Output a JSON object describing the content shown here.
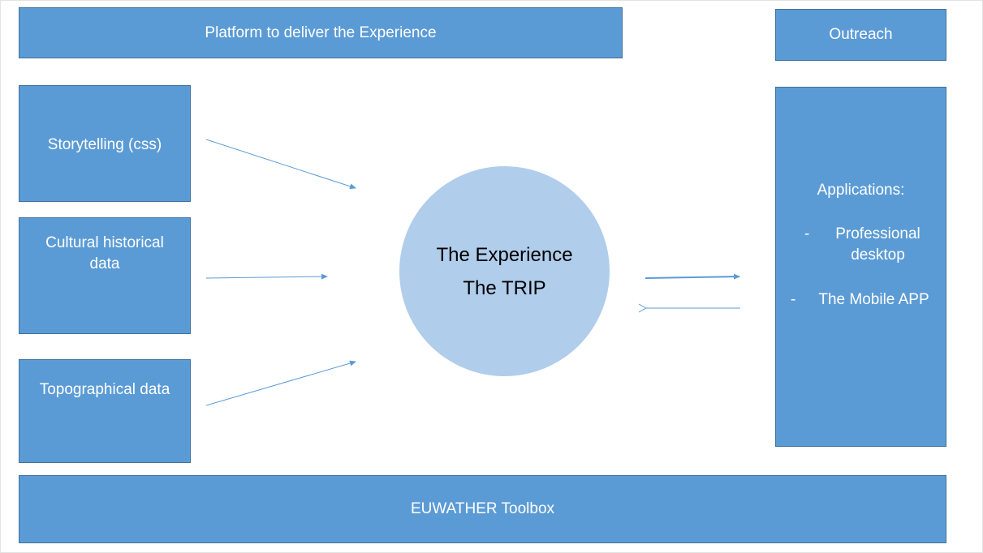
{
  "platform": {
    "label": "Platform to deliver the Experience"
  },
  "outreach": {
    "label": "Outreach"
  },
  "inputs": {
    "storytelling": "Storytelling (css)",
    "cultural_line1": "Cultural historical",
    "cultural_line2": "data",
    "topographical": "Topographical data"
  },
  "center": {
    "line1": "The Experience",
    "line2": "The TRIP"
  },
  "applications": {
    "title": "Applications:",
    "items": [
      {
        "dash": "-",
        "line1": "Professional",
        "line2": "desktop"
      },
      {
        "dash": "-",
        "line1": "The Mobile APP"
      }
    ]
  },
  "toolbox": {
    "label": "EUWATHER Toolbox"
  },
  "colors": {
    "box_fill": "#5b9bd5",
    "box_border": "#41719c",
    "circle_fill": "#b0cdeb",
    "arrow": "#5b9bd5"
  }
}
